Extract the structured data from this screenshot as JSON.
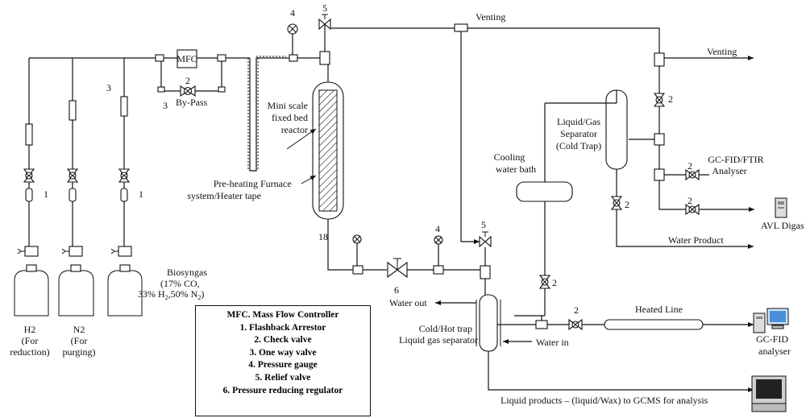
{
  "labels": {
    "venting_top": "Venting",
    "venting_right": "Venting",
    "mfc": "MFC",
    "bypass": "By-Pass",
    "num_2_bypass": "2",
    "num_3_bypass": "3",
    "num_3_line": "3",
    "num_1_a": "1",
    "num_1_b": "1",
    "num_4_top": "4",
    "num_5_top": "5",
    "num_4_mid": "4",
    "num_5_mid": "5",
    "num_6": "6",
    "num_18": "18",
    "num_2_a": "2",
    "num_2_b": "2",
    "num_2_c": "2",
    "num_2_d": "2",
    "num_2_e": "2",
    "num_2_f": "2",
    "reactor": [
      "Mini scale",
      "fixed bed",
      "reactor"
    ],
    "furnace": "Furnace",
    "preheat": [
      "Pre-heating",
      "system/Heater tape"
    ],
    "separator": [
      "Liquid/Gas",
      "Separator",
      "(Cold Trap)"
    ],
    "cooling": [
      "Cooling",
      "water bath"
    ],
    "gcfid_ftir": [
      "GC-FID/FTIR",
      "Analyser"
    ],
    "avl": "AVL Digas",
    "water_product": "Water Product",
    "biosyngas": [
      "Biosyngas",
      "(17% CO,"
    ],
    "water_out": "Water out",
    "water_in": "Water in",
    "cold_hot_trap": [
      "Cold/Hot trap",
      "Liquid gas separator"
    ],
    "heated_line": "Heated Line",
    "gcfid": [
      "GC-FID",
      "analyser"
    ],
    "liquid_products": "Liquid products – (liquid/Wax) to GCMS for analysis",
    "cylinder_h2": [
      "H2",
      "(For",
      "reduction)"
    ],
    "cylinder_n2": [
      "N2",
      "(For",
      "purging)"
    ]
  },
  "formula_line": {
    "pct_h2": "33% H",
    "sub_h2": "2",
    "pct_n2": ",50% N",
    "sub_n2": "2",
    "close": ")"
  },
  "legend": {
    "items": [
      "MFC. Mass Flow Controller",
      "1. Flashback Arrestor",
      "2. Check valve",
      "3. One way valve",
      "4. Pressure gauge",
      "5. Relief valve",
      "6. Pressure reducing regulator"
    ]
  }
}
